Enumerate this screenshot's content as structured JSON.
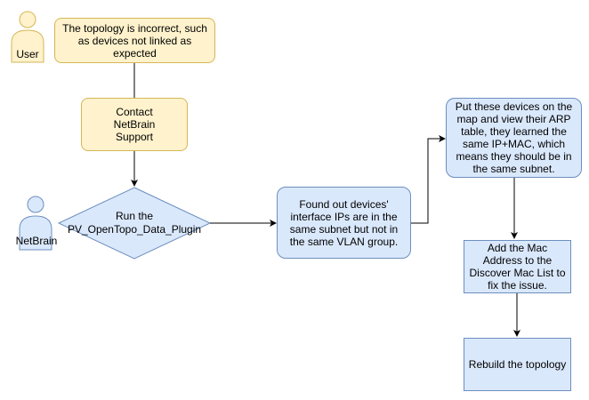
{
  "actors": {
    "user": {
      "label": "User"
    },
    "netbrain": {
      "label": "NetBrain"
    }
  },
  "nodes": {
    "problem": "The topology is incorrect, such as devices not linked as expected",
    "contact": "Contact NetBrain Support",
    "run_plugin_line1": "Run the",
    "run_plugin_line2": "PV_OpenTopo_Data_Plugin",
    "found_out": "Found out devices' interface IPs are in the same subnet but not in the same VLAN group.",
    "put_devices": "Put these devices on the map and view their ARP table, they learned the same IP+MAC, which means they should be in the same subnet.",
    "add_mac": "Add the Mac Address to the Discover Mac List to fix the issue.",
    "rebuild": "Rebuild the topology"
  },
  "colors": {
    "yellow_fill": "#fff2cc",
    "yellow_stroke": "#d6b656",
    "blue_fill": "#dae8fc",
    "blue_stroke": "#6c8ebf",
    "edge": "#000000"
  }
}
